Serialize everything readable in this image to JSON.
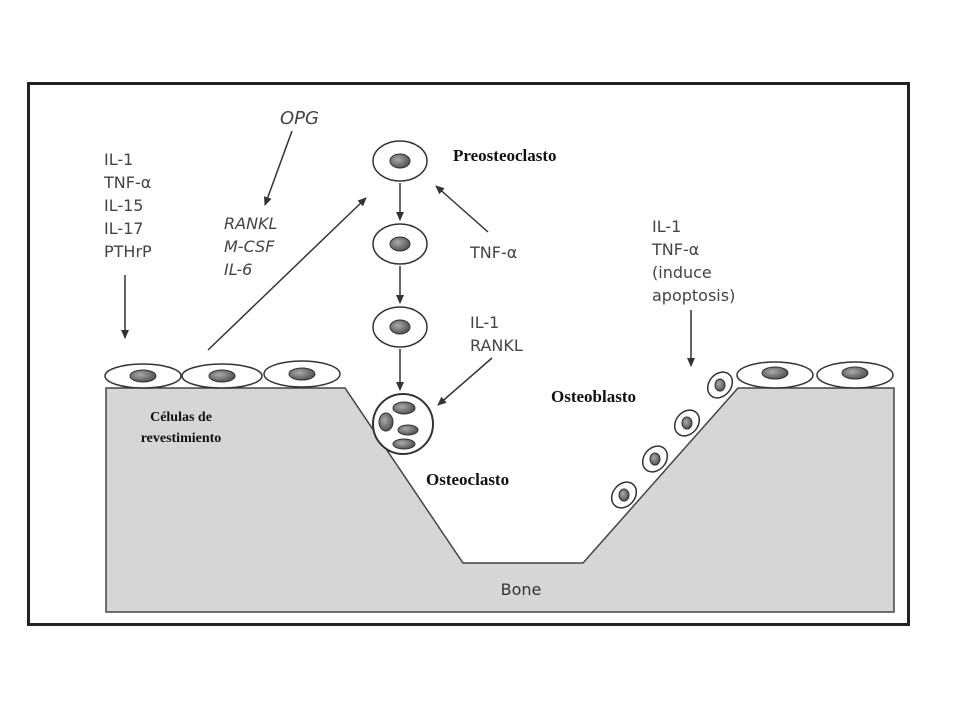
{
  "labels": {
    "preosteoclasto": "Preosteoclasto",
    "osteoblasto": "Osteoblasto",
    "osteoclasto": "Osteoclasto",
    "celulas_line1": "Células de",
    "celulas_line2": "revestimiento",
    "bone": "Bone"
  },
  "factors": {
    "left": [
      "IL-1",
      "TNF-α",
      "IL-15",
      "IL-17",
      "PTHrP"
    ],
    "opg": "OPG",
    "rankl_group": [
      "RANKL",
      "M-CSF",
      "IL-6"
    ],
    "tnf_alpha": "TNF-α",
    "il1_rankl": [
      "IL-1",
      "RANKL"
    ],
    "right": [
      "IL-1",
      "TNF-α",
      "(induce",
      "apoptosis)"
    ]
  },
  "colors": {
    "bone": "#d6d6d6",
    "stroke": "#333333",
    "nucleus": "#6e6e6e"
  }
}
